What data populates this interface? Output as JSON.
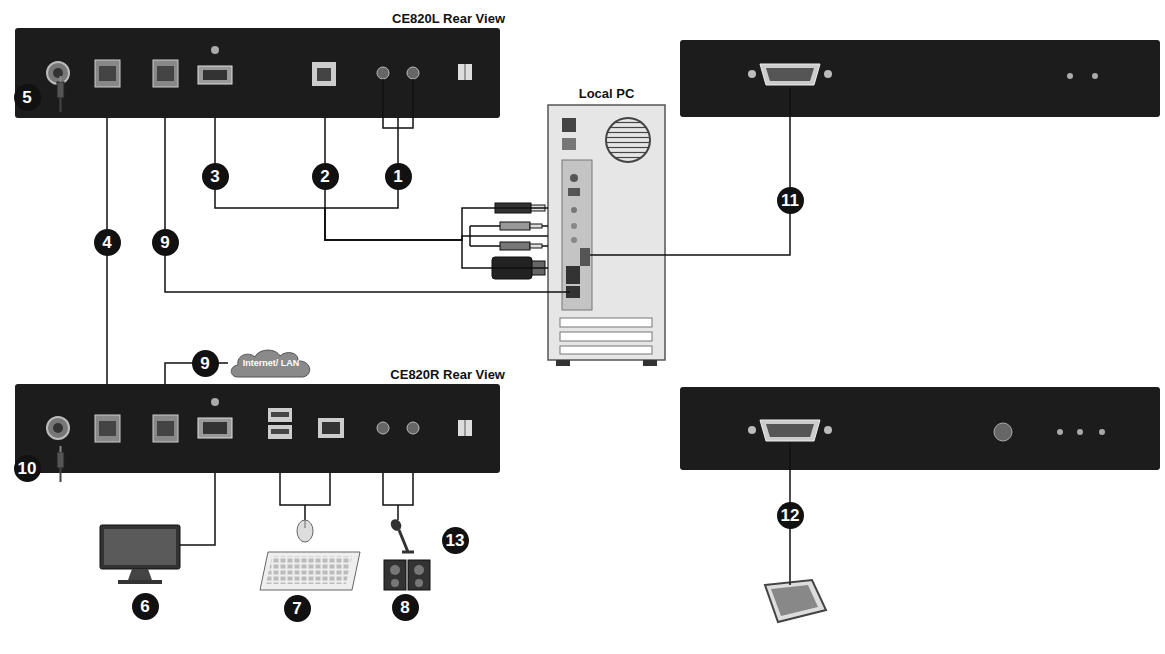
{
  "diagram": {
    "nodes": [
      {
        "text": [
          "CE820L Rear View"
        ]
      },
      {
        "text": [
          "Local PC"
        ]
      },
      {
        "text": [
          "Internet/ LAN"
        ]
      },
      {
        "text": [
          "CE820R Rear View"
        ]
      }
    ],
    "edges": [
      {
        "from": 0,
        "to": 1,
        "arrow": "none",
        "label": "1"
      },
      {
        "from": 0,
        "to": 1,
        "arrow": "none",
        "label": "2"
      },
      {
        "from": 0,
        "to": 1,
        "arrow": "none",
        "label": "3"
      },
      {
        "from": 0,
        "to": 3,
        "arrow": "none",
        "label": "4"
      },
      {
        "from": 0,
        "to": 1,
        "arrow": "none",
        "label": "9"
      },
      {
        "from": 3,
        "to": 2,
        "arrow": "none",
        "label": "9"
      }
    ],
    "labels": [
      "5",
      "11",
      "10",
      "13",
      "6",
      "7",
      "8",
      "12"
    ]
  }
}
